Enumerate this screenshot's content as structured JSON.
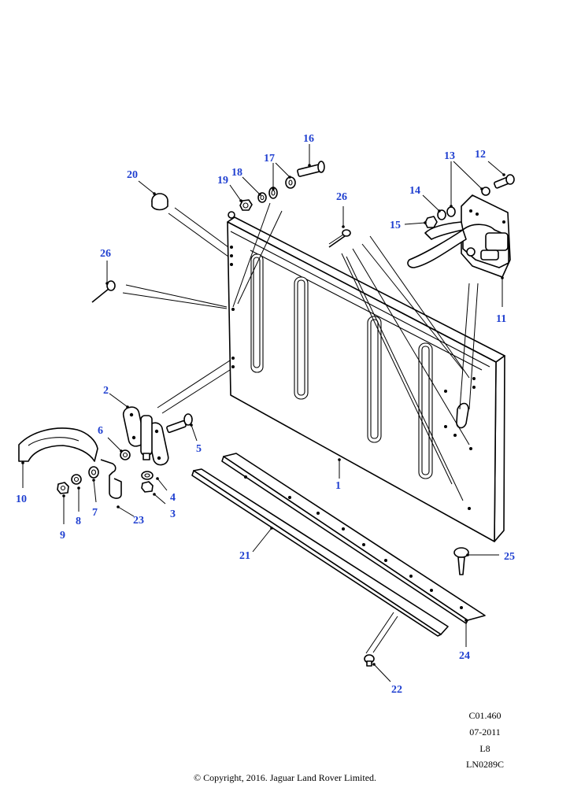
{
  "callouts": {
    "c1": "1",
    "c2": "2",
    "c3": "3",
    "c4": "4",
    "c5": "5",
    "c6": "6",
    "c7": "7",
    "c8": "8",
    "c9": "9",
    "c10": "10",
    "c11": "11",
    "c12": "12",
    "c13": "13",
    "c14": "14",
    "c15": "15",
    "c16": "16",
    "c17": "17",
    "c18": "18",
    "c19": "19",
    "c20": "20",
    "c21": "21",
    "c22": "22",
    "c23": "23",
    "c24": "24",
    "c25": "25",
    "c26a": "26",
    "c26b": "26"
  },
  "reference": {
    "code": "C01.460",
    "date": "07-2011",
    "variant": "L8",
    "image_id": "LN0289C"
  },
  "copyright": "© Copyright, 2016. Jaguar Land Rover Limited.",
  "colors": {
    "callout": "#1f3fd0",
    "line": "#000000"
  }
}
